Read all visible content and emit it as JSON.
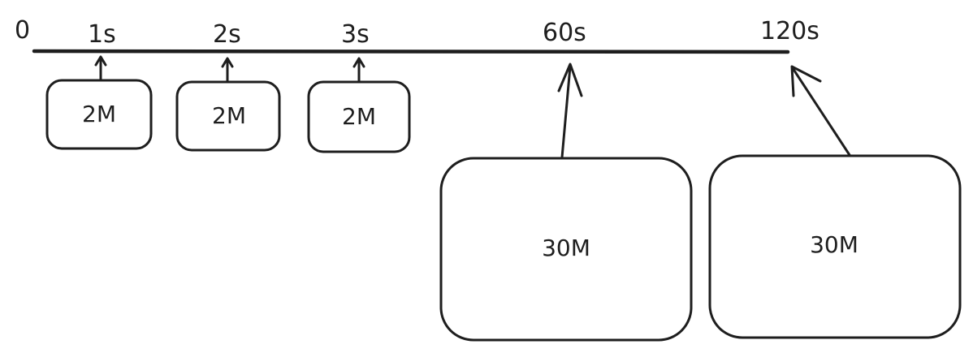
{
  "timeline": {
    "origin_label": "0",
    "ticks": [
      {
        "label": "1s"
      },
      {
        "label": "2s"
      },
      {
        "label": "3s"
      },
      {
        "label": "60s"
      },
      {
        "label": "120s"
      }
    ]
  },
  "boxes": [
    {
      "label": "2M"
    },
    {
      "label": "2M"
    },
    {
      "label": "2M"
    },
    {
      "label": "30M"
    },
    {
      "label": "30M"
    }
  ],
  "colors": {
    "ink": "#1e1e1e",
    "background": "#ffffff"
  }
}
